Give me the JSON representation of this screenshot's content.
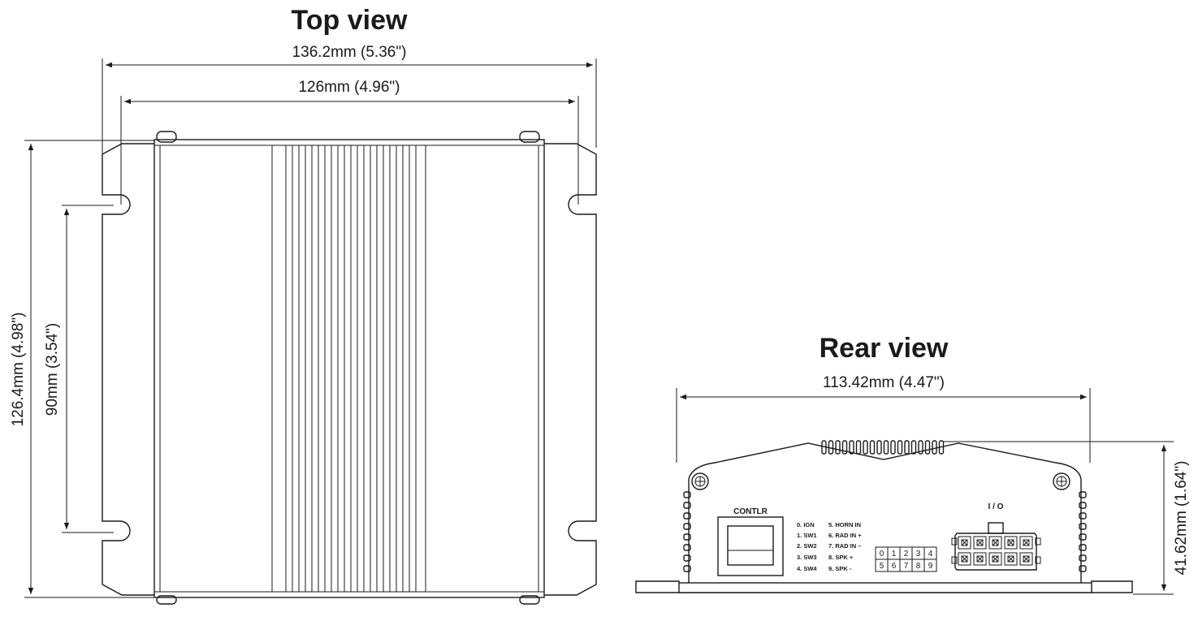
{
  "top_view": {
    "title": "Top view",
    "overall_width": "136.2mm (5.36\")",
    "inner_width": "126mm (4.96\")",
    "overall_height": "126.4mm (4.98\")",
    "slot_spacing": "90mm (3.54\")"
  },
  "rear_view": {
    "title": "Rear view",
    "width": "113.42mm (4.47\")",
    "height": "41.62mm (1.64\")",
    "contlr_label": "CONTLR",
    "io_label": "I / O",
    "pin_labels_left": [
      "0. IGN",
      "1. SW1",
      "2. SW2",
      "3. SW3",
      "4. SW4"
    ],
    "pin_labels_right": [
      "5. HORN IN",
      "6. RAD IN +",
      "7. RAD IN –",
      "8. SPK +",
      "9. SPK -"
    ],
    "grid_top": [
      "0",
      "1",
      "2",
      "3",
      "4"
    ],
    "grid_bottom": [
      "5",
      "6",
      "7",
      "8",
      "9"
    ]
  }
}
